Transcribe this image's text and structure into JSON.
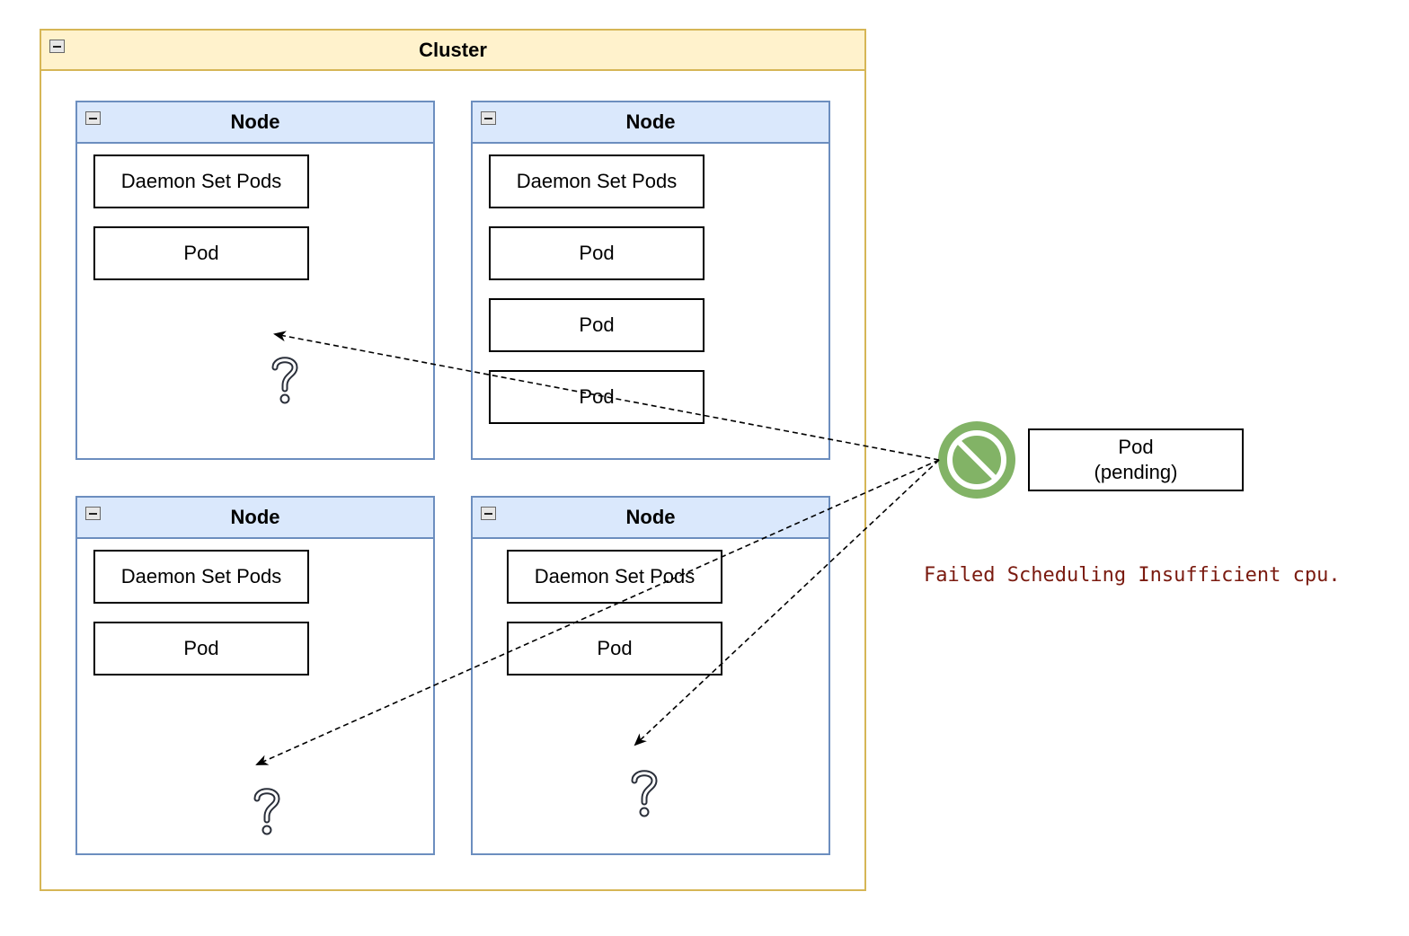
{
  "cluster": {
    "title": "Cluster"
  },
  "nodes": [
    {
      "title": "Node",
      "pods": [
        "Daemon Set Pods",
        "Pod"
      ],
      "open_slot": true
    },
    {
      "title": "Node",
      "pods": [
        "Daemon Set Pods",
        "Pod",
        "Pod",
        "Pod"
      ],
      "open_slot": false
    },
    {
      "title": "Node",
      "pods": [
        "Daemon Set Pods",
        "Pod"
      ],
      "open_slot": true
    },
    {
      "title": "Node",
      "pods": [
        "Daemon Set Pods",
        "Pod"
      ],
      "open_slot": true
    }
  ],
  "pending_pod": {
    "line1": "Pod",
    "line2": "(pending)"
  },
  "blocked_icon": {
    "icon": "no-entry-icon",
    "color": "#82b366"
  },
  "message": {
    "text": "Failed Scheduling Insufficient cpu.",
    "color": "#7a1a0f"
  },
  "colors": {
    "cluster_border": "#d6b656",
    "cluster_header": "#fff2cc",
    "node_border": "#6c8ebf",
    "node_header": "#dae8fc"
  }
}
